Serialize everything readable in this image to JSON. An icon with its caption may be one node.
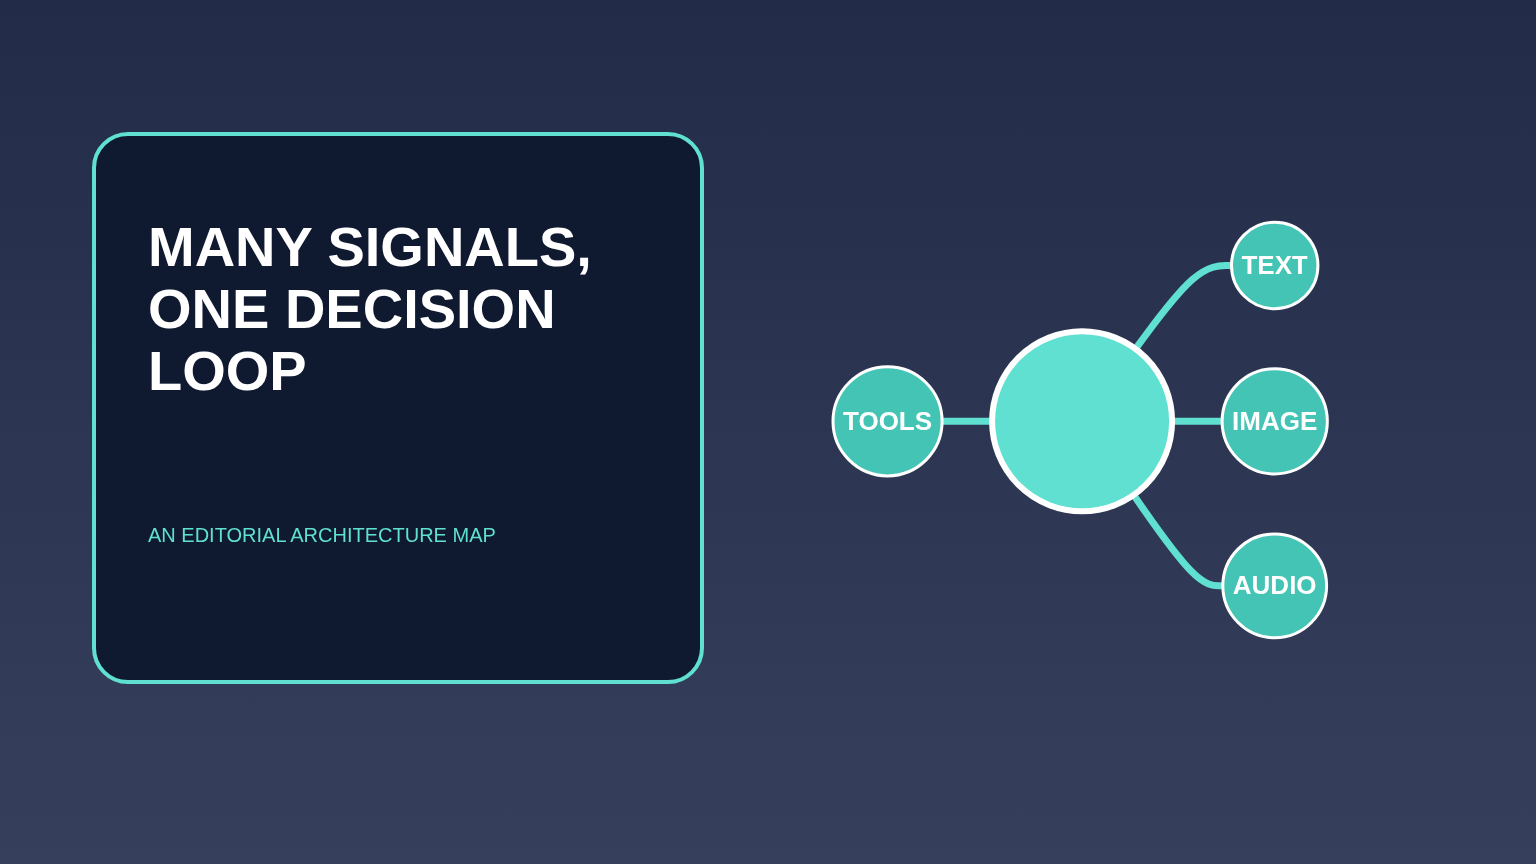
{
  "diagram": {
    "title": "MANY SIGNALS, ONE DECISION LOOP",
    "caption": "AN EDITORIAL ARCHITECTURE MAP",
    "nodes": [
      {
        "text": [
          "TEXT"
        ]
      },
      {
        "text": [
          "TOOLS"
        ]
      },
      {
        "text": [],
        "shape": "circle"
      },
      {
        "text": [
          "IMAGE"
        ]
      },
      {
        "text": [
          "AUDIO"
        ]
      }
    ],
    "edges": [
      {
        "from": 2,
        "to": 0,
        "arrow": "none"
      },
      {
        "from": 1,
        "to": 2,
        "arrow": "none"
      },
      {
        "from": 2,
        "to": 3,
        "arrow": "none"
      },
      {
        "from": 2,
        "to": 4,
        "arrow": "none"
      }
    ]
  }
}
